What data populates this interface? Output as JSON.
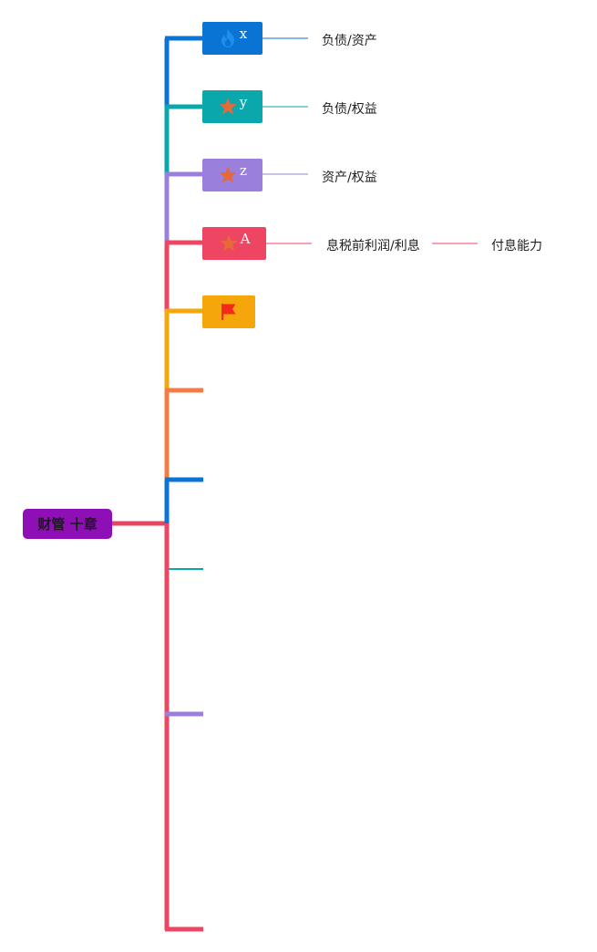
{
  "colors": {
    "root": "#8e0fb6",
    "blue": "#0a74d4",
    "teal": "#0aa8ad",
    "purple": "#9b7fdc",
    "red": "#ee4563",
    "orange": "#f4a60b",
    "coral": "#f47c44",
    "icon_orange": "#e7693a",
    "flag_red": "#f32a1a",
    "text": "#222222"
  },
  "root": {
    "label": "财管 十章"
  },
  "nodes": [
    {
      "id": "x",
      "label": "x",
      "icon": "fire-icon",
      "color": "#0a74d4",
      "leaf": "负债/资产"
    },
    {
      "id": "y",
      "label": "y",
      "icon": "star-icon",
      "color": "#0aa8ad",
      "leaf": "负债/权益"
    },
    {
      "id": "z",
      "label": "z",
      "icon": "star-icon",
      "color": "#9b7fdc",
      "leaf": "资产/权益"
    },
    {
      "id": "a",
      "label": "A",
      "icon": "star-icon",
      "color": "#ee4563",
      "leaf": "息税前利润/利息",
      "leaf2": "付息能力"
    },
    {
      "id": "flag",
      "label": "",
      "icon": "flag-icon",
      "color": "#f4a60b"
    }
  ]
}
